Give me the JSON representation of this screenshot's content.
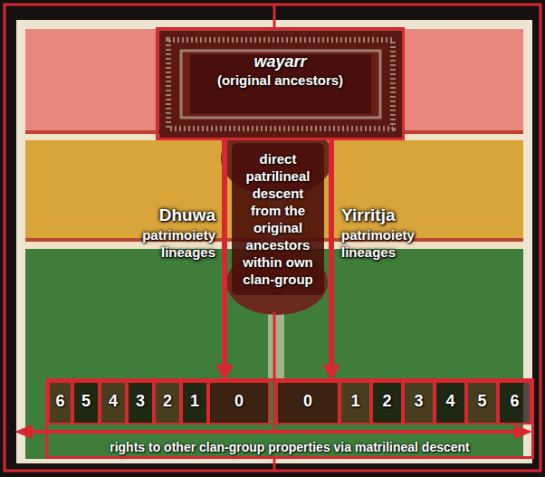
{
  "diagram": {
    "nodes": [
      {
        "text": [
          "wayarr",
          "(original ancestors)"
        ]
      },
      {
        "text": [
          "direct patrilineal descent from the original ancestors within own clan-group"
        ]
      },
      {
        "text": [
          "rights to other clan-group properties via matrilineal descent"
        ]
      },
      {
        "text": [
          "6"
        ],
        "in": 2
      },
      {
        "text": [
          "5"
        ],
        "in": 2
      },
      {
        "text": [
          "4"
        ],
        "in": 2
      },
      {
        "text": [
          "3"
        ],
        "in": 2
      },
      {
        "text": [
          "2"
        ],
        "in": 2
      },
      {
        "text": [
          "1"
        ],
        "in": 2
      },
      {
        "text": [
          "0"
        ],
        "in": 2
      },
      {
        "text": [
          "0"
        ],
        "in": 2
      },
      {
        "text": [
          "1"
        ],
        "in": 2
      },
      {
        "text": [
          "2"
        ],
        "in": 2
      },
      {
        "text": [
          "3"
        ],
        "in": 2
      },
      {
        "text": [
          "4"
        ],
        "in": 2
      },
      {
        "text": [
          "5"
        ],
        "in": 2
      },
      {
        "text": [
          "6"
        ],
        "in": 2
      }
    ],
    "edges": [
      {
        "from": 0,
        "to": 9,
        "arrow": "to"
      },
      {
        "from": 0,
        "to": 10,
        "arrow": "to"
      }
    ],
    "labels": [
      "Dhuwa",
      "patrimoiety lineages",
      "Yirritja",
      "patrimoiety lineages"
    ]
  }
}
